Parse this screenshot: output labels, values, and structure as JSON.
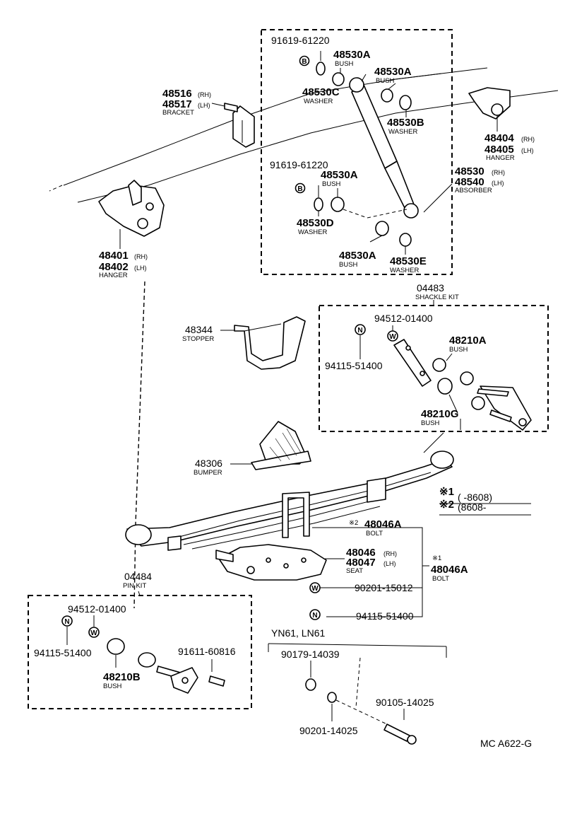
{
  "diagram": {
    "drawing_code": "MC A622-G",
    "variant_label": "YN61, LN61",
    "notes": {
      "note1_mark": "※1",
      "note1_text": "(      -8608)",
      "note2_mark": "※2",
      "note2_text": "(8608-      "
    },
    "parts": {
      "nut_91619_top": "91619-61220",
      "nut_91619_top_symbol": "B",
      "bush_48530A_1": "48530A",
      "bush_48530A_1_name": "BUSH",
      "bush_48530A_2": "48530A",
      "bush_48530A_2_name": "BUSH",
      "washer_48530C": "48530C",
      "washer_48530C_name": "WASHER",
      "washer_48530B": "48530B",
      "washer_48530B_name": "WASHER",
      "bracket_rh": "48516",
      "bracket_rh_side": "(RH)",
      "bracket_lh": "48517",
      "bracket_lh_side": "(LH)",
      "bracket_name": "BRACKET",
      "hanger_rear_rh": "48404",
      "hanger_rear_rh_side": "(RH)",
      "hanger_rear_lh": "48405",
      "hanger_rear_lh_side": "(LH)",
      "hanger_rear_name": "HANGER",
      "nut_91619_mid": "91619-61220",
      "nut_91619_mid_symbol": "B",
      "bush_48530A_3": "48530A",
      "bush_48530A_3_name": "BUSH",
      "absorber_rh": "48530",
      "absorber_rh_side": "(RH)",
      "absorber_lh": "48540",
      "absorber_lh_side": "(LH)",
      "absorber_name": "ABSORBER",
      "washer_48530D": "48530D",
      "washer_48530D_name": "WASHER",
      "hanger_front_rh": "48401",
      "hanger_front_rh_side": "(RH)",
      "hanger_front_lh": "48402",
      "hanger_front_lh_side": "(LH)",
      "hanger_front_name": "HANGER",
      "bush_48530A_4": "48530A",
      "bush_48530A_4_name": "BUSH",
      "washer_48530E": "48530E",
      "washer_48530E_name": "WASHER",
      "shackle_kit": "04483",
      "shackle_kit_name": "SHACKLE KIT",
      "washer_94512_shackle": "94512-01400",
      "washer_94512_shackle_symbol": "W",
      "nut_94115_shackle": "94115-51400",
      "nut_94115_shackle_symbol": "N",
      "stopper": "48344",
      "stopper_name": "STOPPER",
      "bush_48210A": "48210A",
      "bush_48210A_name": "BUSH",
      "bush_48210G": "48210G",
      "bush_48210G_name": "BUSH",
      "bumper": "48306",
      "bumper_name": "BUMPER",
      "bolt_48046A_2": "48046A",
      "bolt_48046A_2_mark": "※2",
      "bolt_48046A_2_name": "BOLT",
      "seat_rh": "48046",
      "seat_rh_side": "(RH)",
      "seat_lh": "48047",
      "seat_lh_side": "(LH)",
      "seat_name": "SEAT",
      "bolt_48046A_1": "48046A",
      "bolt_48046A_1_mark": "※1",
      "bolt_48046A_1_name": "BOLT",
      "washer_90201_seat": "90201-15012",
      "washer_90201_seat_symbol": "W",
      "nut_94115_seat": "94115-51400",
      "nut_94115_seat_symbol": "N",
      "pin_kit": "04484",
      "pin_kit_name": "PIN KIT",
      "washer_94512_pin": "94512-01400",
      "washer_94512_pin_symbol": "W",
      "nut_94115_pin": "94115-51400",
      "nut_94115_pin_symbol": "N",
      "bush_48210B": "48210B",
      "bush_48210B_name": "BUSH",
      "bolt_91611": "91611-60816",
      "nut_90179": "90179-14039",
      "washer_90201_variant": "90201-14025",
      "bolt_90105": "90105-14025"
    }
  }
}
